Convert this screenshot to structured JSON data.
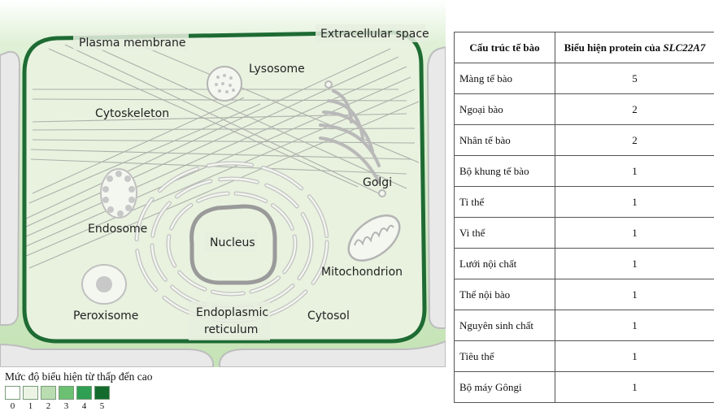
{
  "diagram": {
    "labels": {
      "plasma_membrane": "Plasma membrane",
      "extracellular_space": "Extracellular space",
      "lysosome": "Lysosome",
      "cytoskeleton": "Cytoskeleton",
      "golgi": "Golgi",
      "endosome": "Endosome",
      "nucleus": "Nucleus",
      "mitochondrion": "Mitochondrion",
      "peroxisome": "Peroxisome",
      "endoplasmic_reticulum_1": "Endoplasmic",
      "endoplasmic_reticulum_2": "reticulum",
      "cytosol": "Cytosol"
    },
    "colors": {
      "membrane": "#1e6b33",
      "cytoplasm": "#e8f2df",
      "extracellular": "#c5e3b6",
      "neighbor_cells": "#e9e9ea",
      "organelle_fill": "#f4f7f0",
      "organelle_stroke": "#b4b4b4"
    }
  },
  "legend": {
    "title": "Mức độ biểu hiện từ thấp đến cao",
    "levels": [
      {
        "label": "0",
        "color": "#ffffff"
      },
      {
        "label": "1",
        "color": "#ebf4e4"
      },
      {
        "label": "2",
        "color": "#b9ddb0"
      },
      {
        "label": "3",
        "color": "#6cc072"
      },
      {
        "label": "4",
        "color": "#2f9f53"
      },
      {
        "label": "5",
        "color": "#146b2e"
      }
    ]
  },
  "table": {
    "headers": {
      "structure": "Cấu trúc tế bào",
      "expression_prefix": "Biểu hiện protein của ",
      "expression_gene": "SLC22A7"
    },
    "rows": [
      {
        "structure": "Màng tế bào",
        "value": "5"
      },
      {
        "structure": "Ngoại bào",
        "value": "2"
      },
      {
        "structure": "Nhân tế bào",
        "value": "2"
      },
      {
        "structure": "Bộ khung tế bào",
        "value": "1"
      },
      {
        "structure": "Ti thể",
        "value": "1"
      },
      {
        "structure": "Vi thể",
        "value": "1"
      },
      {
        "structure": "Lưới nội chất",
        "value": "1"
      },
      {
        "structure": "Thể nội bào",
        "value": "1"
      },
      {
        "structure": "Nguyên sinh chất",
        "value": "1"
      },
      {
        "structure": "Tiêu thể",
        "value": "1"
      },
      {
        "structure": "Bộ máy Gôngi",
        "value": "1"
      }
    ]
  }
}
